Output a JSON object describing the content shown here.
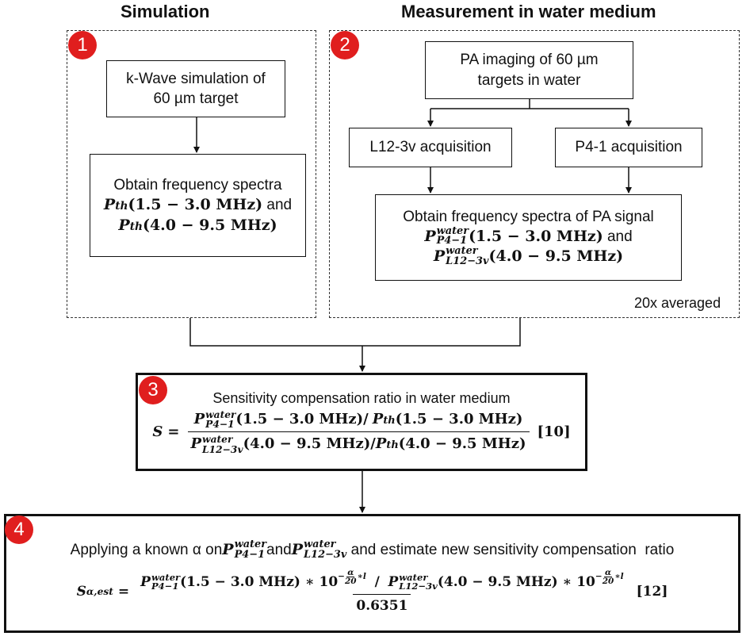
{
  "headings": {
    "simulation": "Simulation",
    "measurement": "Measurement in water medium"
  },
  "badges": {
    "one": "1",
    "two": "2",
    "three": "3",
    "four": "4"
  },
  "panel1": {
    "kwave_line1": "k-Wave simulation of",
    "kwave_line2": "60 µm target",
    "spectra_title": "Obtain frequency spectra",
    "spectra_f1_sym": "P",
    "spectra_f1_sub": "th",
    "spectra_f1_arg": "(1.5 − 3.0 MHz)",
    "spectra_and": " and",
    "spectra_f2_sym": "P",
    "spectra_f2_sub": "th",
    "spectra_f2_arg": "(4.0 − 9.5 MHz)"
  },
  "panel2": {
    "pa_line1": "PA imaging of 60 µm",
    "pa_line2": "targets in water",
    "l12_acq": "L12-3v acquisition",
    "p4_acq": "P4-1 acquisition",
    "spectra_title": "Obtain frequency spectra of PA signal",
    "f1_sym": "P",
    "f1_sup": "water",
    "f1_sub": "P4−1",
    "f1_arg": "(1.5 − 3.0 MHz)",
    "and_text": " and",
    "f2_sym": "P",
    "f2_sup": "water",
    "f2_sub": "L12−3v",
    "f2_arg": "(4.0 − 9.5 MHz)",
    "averaged": "20x averaged"
  },
  "box3": {
    "title": "Sensitivity compensation ratio in water medium",
    "lhs": "S",
    "equals": "=",
    "num_a_sym": "P",
    "num_a_sup": "water",
    "num_a_sub": "P4−1",
    "num_a_arg": "(1.5 − 3.0 MHz)/",
    "num_b_sym": "P",
    "num_b_sub": "th",
    "num_b_arg": "(1.5 − 3.0 MHz)",
    "den_a_sym": "P",
    "den_a_sup": "water",
    "den_a_sub": "L12−3v",
    "den_a_arg": "(4.0 − 9.5 MHz)/",
    "den_b_sym": "P",
    "den_b_sub": "th",
    "den_b_arg": "(4.0 − 9.5 MHz)",
    "ref": "[10]"
  },
  "box4": {
    "text_a": "Applying a known α on ",
    "p1_sym": "P",
    "p1_sup": "water",
    "p1_sub": "P4−1",
    "text_b": "and ",
    "p2_sym": "P",
    "p2_sup": "water",
    "p2_sub": "L12−3v",
    "text_c": " and estimate new sensitivity compensation  ratio",
    "lhs_sym": "S",
    "lhs_sub": "α,est",
    "equals": "=",
    "n1_sym": "P",
    "n1_sup": "water",
    "n1_sub": "P4−1",
    "n1_arg": "(1.5 − 3.0 MHz)",
    "times1": " ∗ 10",
    "exp1_minus": "−",
    "exp1_num": "α",
    "exp1_den": "20",
    "exp1_tail": "∗l",
    "slash": " / ",
    "n2_sym": "P",
    "n2_sup": "water",
    "n2_sub": "L12−3v",
    "n2_arg": "(4.0 − 9.5 MHz)",
    "times2": " ∗ 10",
    "exp2_minus": "−",
    "exp2_num": "α",
    "exp2_den": "20",
    "exp2_tail": "∗l",
    "denominator": "0.6351",
    "ref": "[12]"
  }
}
